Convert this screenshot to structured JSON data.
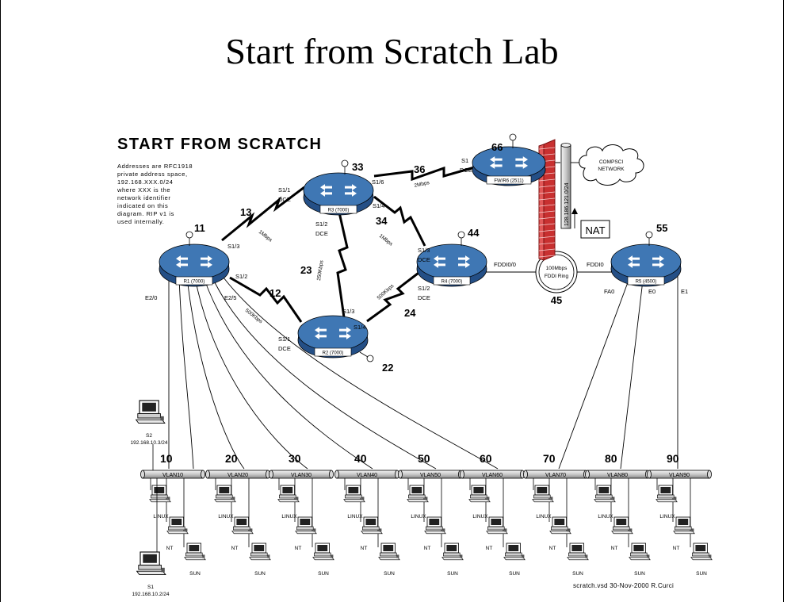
{
  "slide_title": "Start from Scratch Lab",
  "diagram": {
    "heading": "START FROM SCRATCH",
    "note_lines": [
      "Addresses are RFC1918",
      "private address space,",
      "192.168.XXX.0/24",
      "where XXX is the",
      "network identifier",
      "indicated on this",
      "diagram.  RIP v1 is",
      "used internally."
    ],
    "routers": [
      {
        "id": "r1",
        "label": "R1 (7000)",
        "net": "11"
      },
      {
        "id": "r2",
        "label": "R2 (7000)",
        "net": "22"
      },
      {
        "id": "r3",
        "label": "R3 (7000)",
        "net": "33"
      },
      {
        "id": "r4",
        "label": "R4 (7000)",
        "net": "44"
      },
      {
        "id": "r5",
        "label": "R5 (4500)",
        "net": "55"
      },
      {
        "id": "fw",
        "label": "FW/R6 (2511)",
        "net": "66"
      }
    ],
    "links": [
      {
        "net": "13",
        "speed": "1Mbps"
      },
      {
        "net": "12",
        "speed": "500Kbps"
      },
      {
        "net": "23",
        "speed": "250Kbps"
      },
      {
        "net": "34",
        "speed": "1Mbps"
      },
      {
        "net": "24",
        "speed": "500Kbps"
      },
      {
        "net": "36",
        "speed": "2Mbps"
      }
    ],
    "interfaces": {
      "r1_s13": "S1/3",
      "r1_s12": "S1/2",
      "r1_e20": "E2/0",
      "r1_e25": "E2/5",
      "r3_s11": "S1/1",
      "r3_dce1": "DCE",
      "r3_s16": "S1/6",
      "r3_s14": "S1/4",
      "r3_s12": "S1/2",
      "r3_dce2": "DCE",
      "r2_s13": "S1/3",
      "r2_s14": "S1/4",
      "r2_s11": "S1/1",
      "r2_dce": "DCE",
      "r4_s13": "S1/3",
      "r4_dce1": "DCE",
      "r4_s12": "S1/2",
      "r4_dce2": "DCE",
      "r4_fddi": "FDDI0/0",
      "fw_s1": "S1",
      "fw_dce": "DCE",
      "r5_fddi": "FDDI0",
      "r5_fa0": "FA0",
      "r5_e0": "E0",
      "r5_e1": "E1"
    },
    "fddi_ring": {
      "line1": "100Mbps",
      "line2": "FDDI Ring",
      "net": "45"
    },
    "nat_label": "NAT",
    "outside_link": "128.186.121.0/24",
    "cloud": {
      "line1": "COMPSCI",
      "line2": "NETWORK"
    },
    "vlans": [
      {
        "net": "10",
        "label": "VLAN10"
      },
      {
        "net": "20",
        "label": "VLAN20"
      },
      {
        "net": "30",
        "label": "VLAN30"
      },
      {
        "net": "40",
        "label": "VLAN40"
      },
      {
        "net": "50",
        "label": "VLAN50"
      },
      {
        "net": "60",
        "label": "VLAN60"
      },
      {
        "net": "70",
        "label": "VLAN70"
      },
      {
        "net": "80",
        "label": "VLAN80"
      },
      {
        "net": "90",
        "label": "VLAN90"
      }
    ],
    "host_labels": {
      "linux": "LINUX",
      "nt": "NT",
      "sun": "SUN"
    },
    "servers": [
      {
        "name": "S2",
        "ip": "192.168.10.3/24"
      },
      {
        "name": "S1",
        "ip": "192.168.10.2/24"
      }
    ],
    "footer": "scratch.vsd  30-Nov-2000  R.Curci"
  },
  "colors": {
    "router": "#3f77b4",
    "router_dark": "#244f86",
    "firewall": "#c83030",
    "line": "#000000"
  }
}
